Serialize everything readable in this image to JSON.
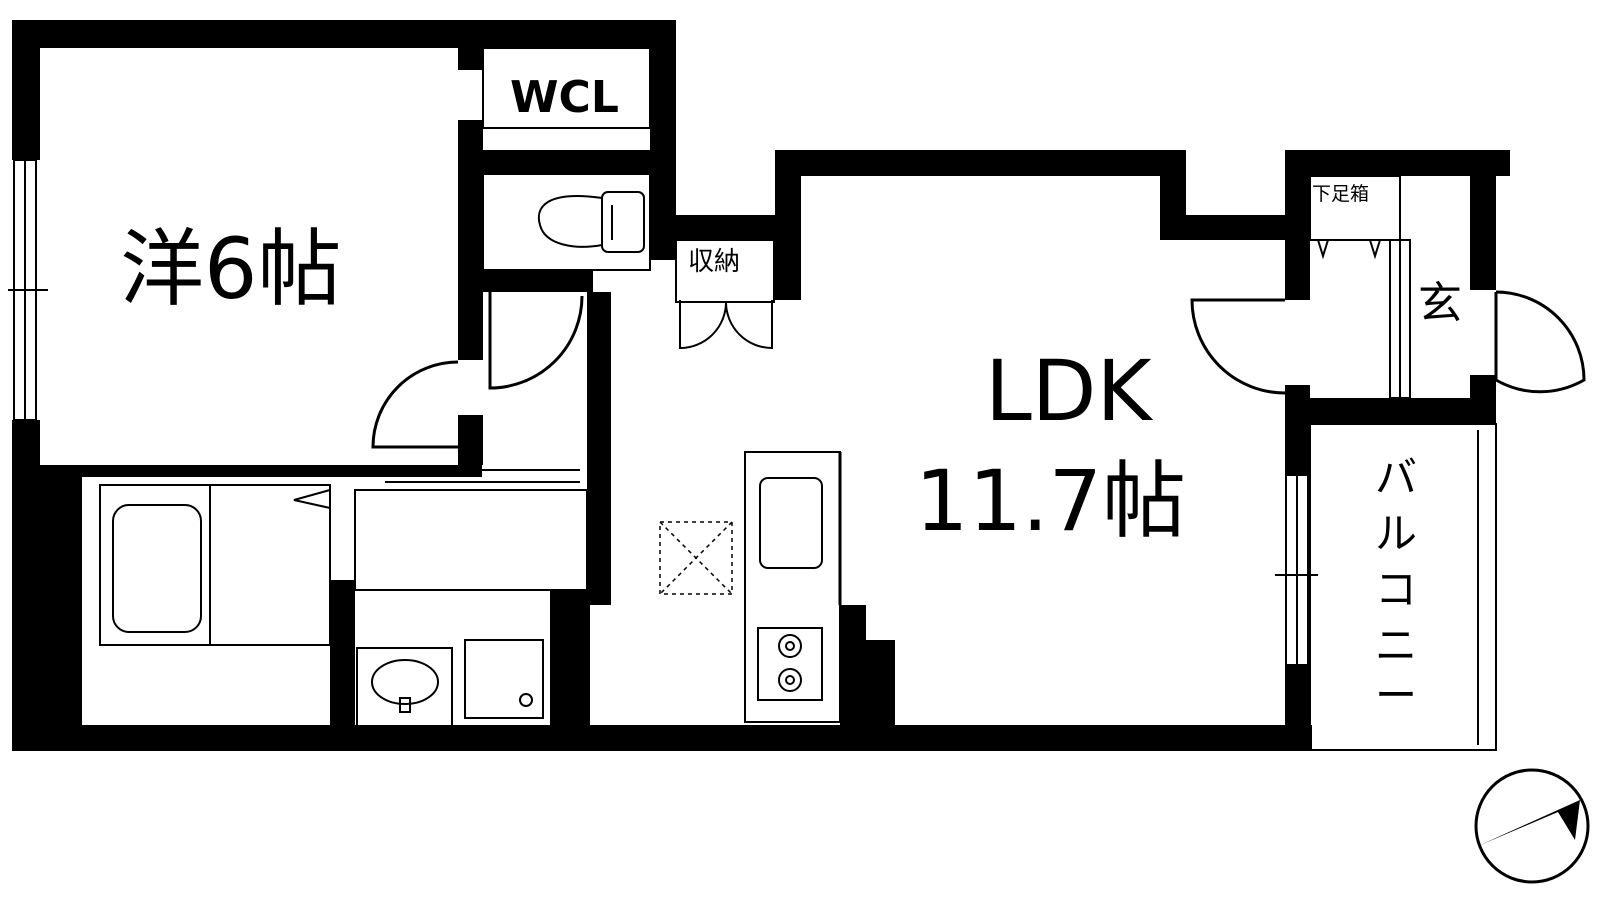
{
  "rooms": {
    "western_room": {
      "label": "洋6帖"
    },
    "walk_in_closet": {
      "label": "WCL"
    },
    "storage": {
      "label": "収納"
    },
    "ldk": {
      "label_line1": "LDK",
      "label_line2": "11.7帖"
    },
    "shoe_box": {
      "label": "下足箱"
    },
    "entrance": {
      "label": "玄"
    },
    "balcony": {
      "label_chars": [
        "バ",
        "ル",
        "コ",
        "ニ",
        "ー"
      ]
    }
  },
  "compass": {
    "icon": "north-arrow-icon"
  },
  "colors": {
    "wall": "#000000",
    "floor": "#ffffff"
  }
}
